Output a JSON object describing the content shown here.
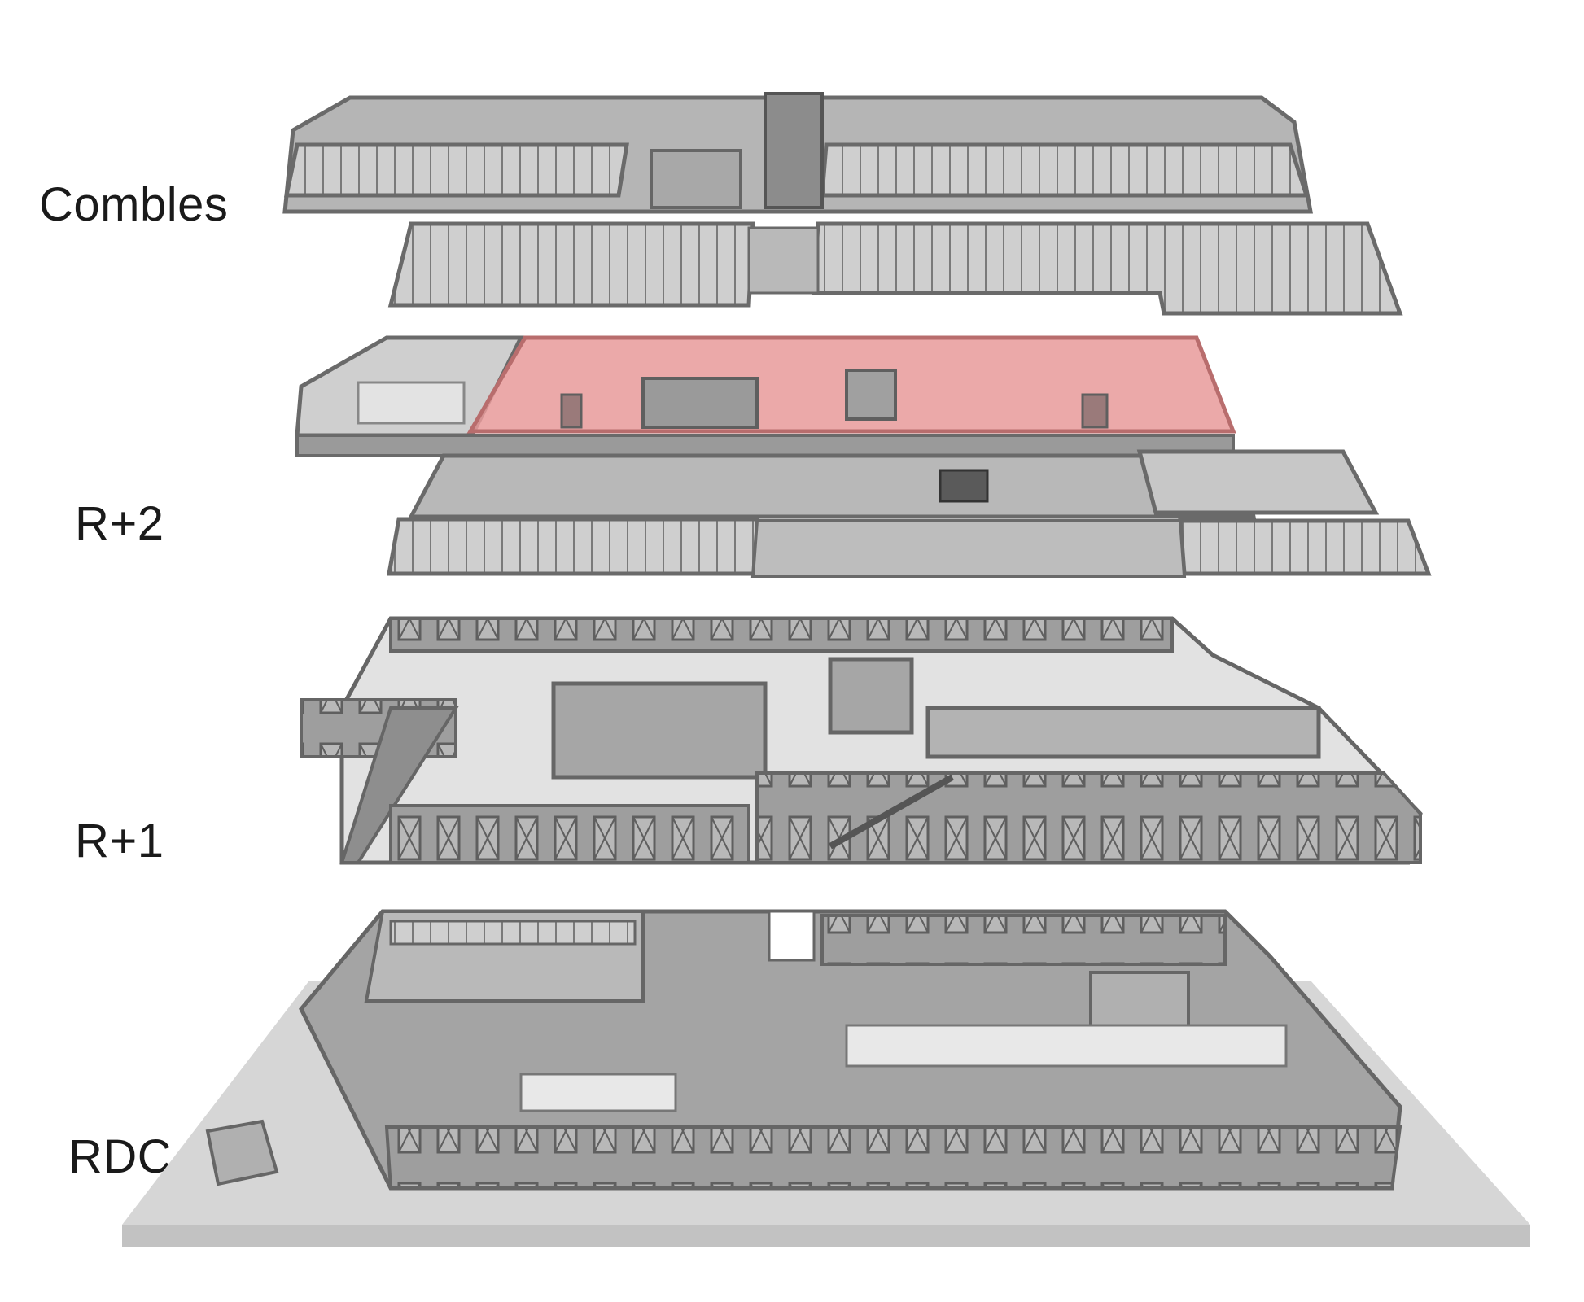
{
  "floors": [
    {
      "id": "combles",
      "label": "Combles"
    },
    {
      "id": "r2",
      "label": "R+2",
      "highlighted": true
    },
    {
      "id": "r1",
      "label": "R+1"
    },
    {
      "id": "rdc",
      "label": "RDC"
    }
  ],
  "colors": {
    "wall": "#9a9a9a",
    "wall_dark": "#6e6e6e",
    "floor_slab": "#d9d9d9",
    "roof": "#c4c4c4",
    "ground": "#d6d6d6",
    "highlight": "#e79a9a",
    "highlight_edge": "#b86d6d"
  }
}
